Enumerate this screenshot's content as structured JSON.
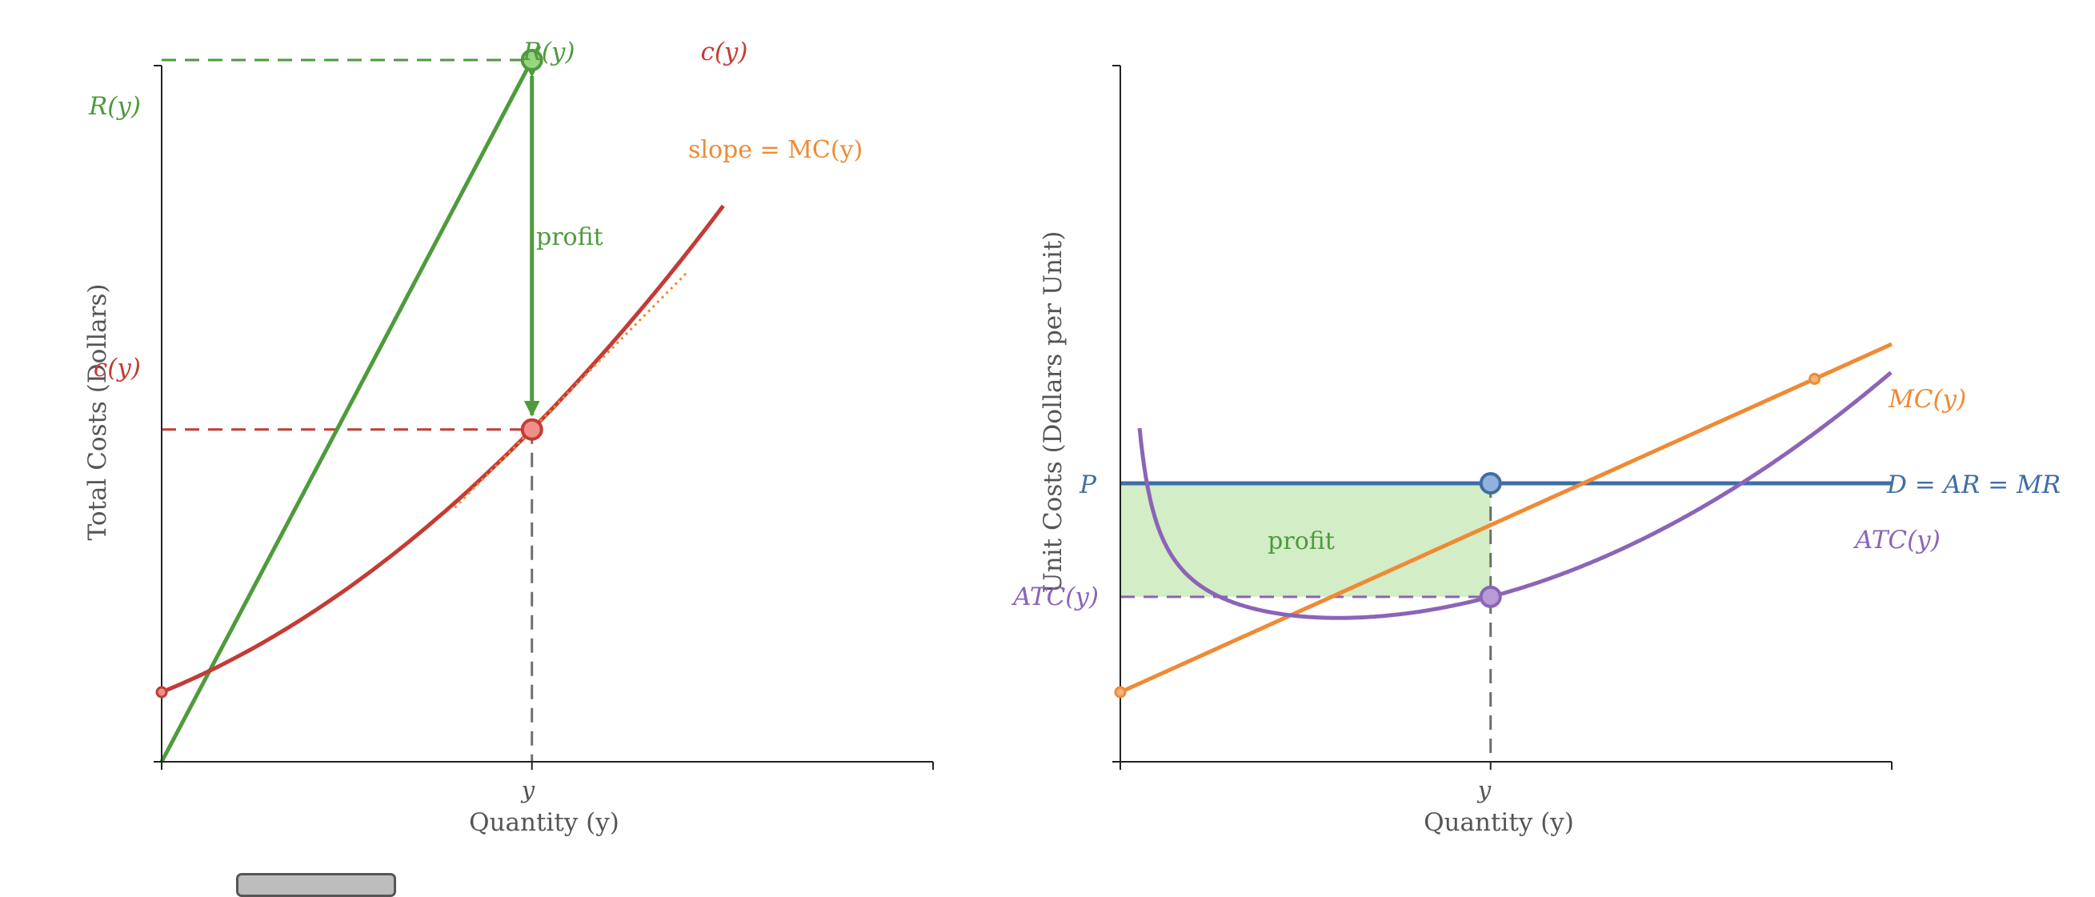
{
  "colors": {
    "revenue": "#4f9a3d",
    "cost": "#c43b35",
    "mc": "#ef8a34",
    "price": "#3f6da7",
    "atc": "#8b64b8",
    "profit_fill": "#cbeabc",
    "axis": "#222222",
    "guide": "#6f6f6f"
  },
  "chart_data": [
    {
      "type": "line",
      "xlabel": "Quantity (y)",
      "ylabel": "Total Costs (Dollars)",
      "x_tick_label": "y",
      "xlim": [
        0,
        10
      ],
      "ylim": [
        0,
        10
      ],
      "series": [
        {
          "name": "R(y)",
          "kind": "linear",
          "slope": 2.1,
          "intercept": 0
        },
        {
          "name": "c(y)",
          "kind": "quadratic",
          "a": 0.07,
          "b": 0.45,
          "c": 1.0
        }
      ],
      "tangent_label": "slope = MC(y)",
      "y_star": 4.8,
      "revenue_level_label": "R(y)",
      "cost_level_label": "c(y)",
      "annotation": "profit"
    },
    {
      "type": "line",
      "xlabel": "Quantity (y)",
      "ylabel": "Unit Costs (Dollars per Unit)",
      "x_tick_label": "y",
      "xlim": [
        0,
        10
      ],
      "ylim": [
        0,
        10
      ],
      "series": [
        {
          "name": "MC(y)",
          "kind": "linear",
          "slope": 0.5,
          "intercept": 1.0,
          "x_range": [
            0,
            10
          ]
        },
        {
          "name": "D = AR = MR",
          "kind": "horizontal",
          "value": 4.0
        },
        {
          "name": "ATC(y)",
          "kind": "atc",
          "base": 2.12,
          "curvature": 0.006,
          "min_x": 2.1,
          "scale": 0.7,
          "x_range": [
            0.25,
            10
          ]
        }
      ],
      "y_star": 4.8,
      "price_label": "P",
      "atc_level_label": "ATC(y)",
      "annotation": "profit"
    }
  ]
}
